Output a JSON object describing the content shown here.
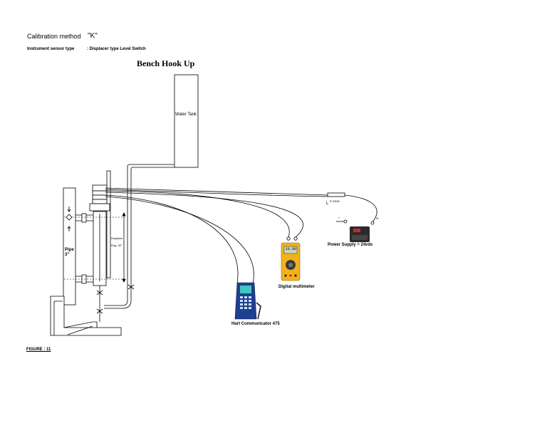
{
  "header": {
    "calibration_method_label": "Calibration method",
    "calibration_method_value": "\"K\"",
    "sensor_type_label": "Instrument sensor type",
    "sensor_type_value": ": Displacer type Level Switch",
    "title": "Bench Hook Up"
  },
  "diagram": {
    "water_tank_label": "Water Tank",
    "pipe_label": "Pipe\n3\"",
    "displacer_label": "Displacer",
    "range_label": "Rng. 32\"",
    "resistor_label": "R 250Ω",
    "resistor_symbol": "L",
    "power_supply_label": "Power Supply = 24vdc",
    "multimeter_label": "Digital multimeter",
    "multimeter_reading": "10.00",
    "hart_label": "Hart Communicator 475",
    "figure_label": "FIGURE : 11",
    "terminal_minus": "-",
    "terminal_plus": "+"
  },
  "colors": {
    "multimeter_body": "#f2b21b",
    "hart_body": "#1f3f8f",
    "hart_screen": "#3fc7c2",
    "power_supply": "#2b2b2b",
    "power_supply_accent": "#c62828"
  }
}
